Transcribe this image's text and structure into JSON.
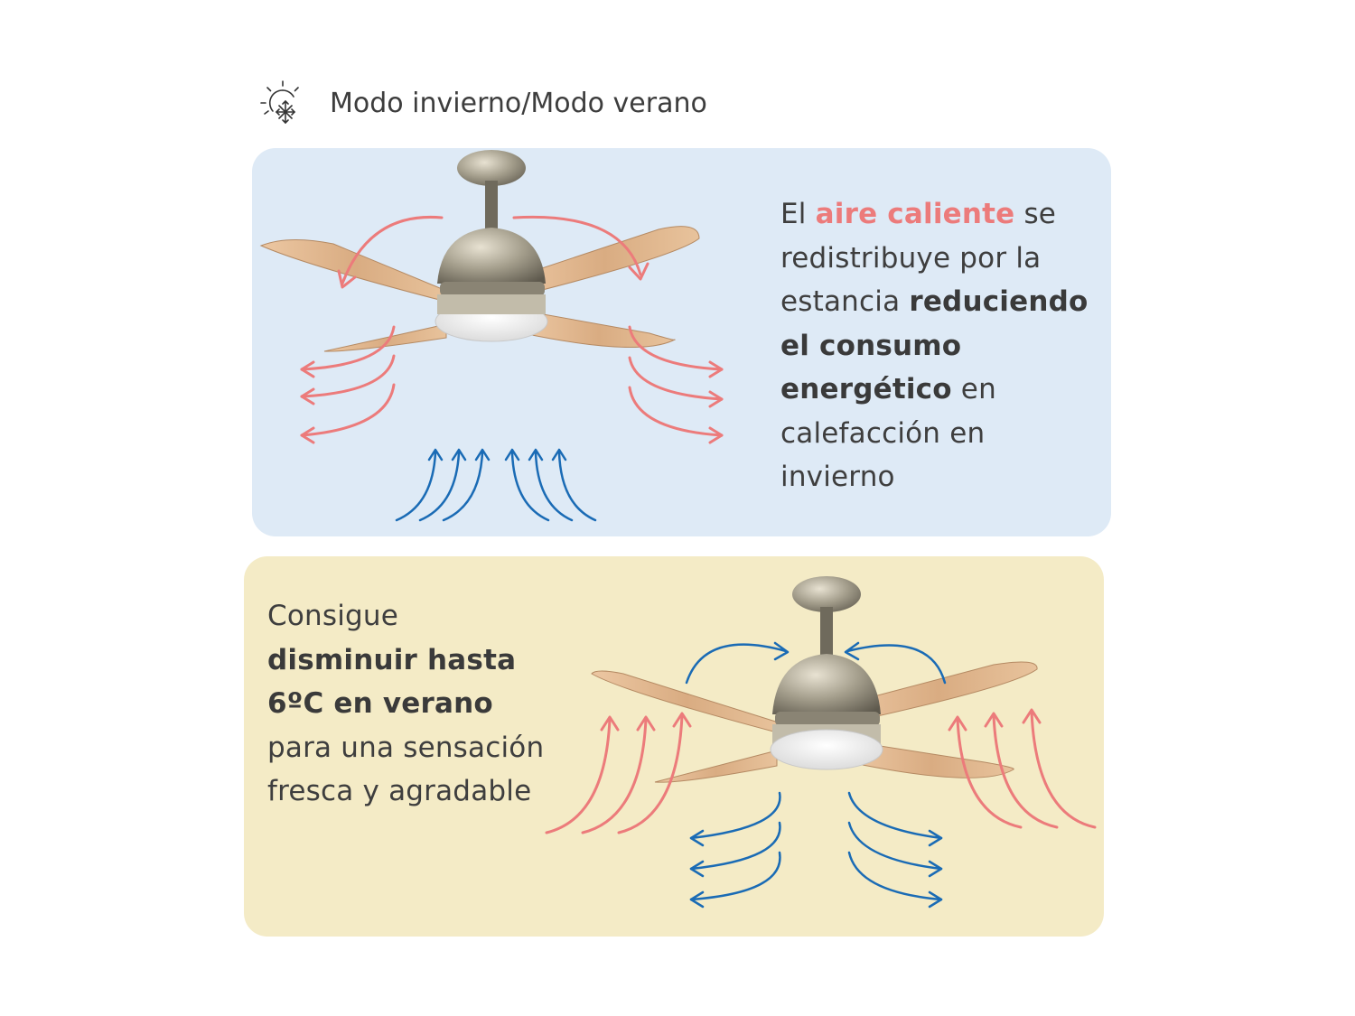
{
  "header": {
    "title": "Modo invierno/Modo verano",
    "icon": "sun-snowflake-icon"
  },
  "winter": {
    "text": {
      "p1": "El ",
      "hot": "aire caliente",
      "p2": " se redistribuye por la estancia ",
      "bold": "reduciendo el consumo energético",
      "p3": " en calefacción en invierno"
    },
    "warm_arrow_color": "#ec7b7b",
    "cool_arrow_color": "#1a6bb5",
    "background": "#deeaf6"
  },
  "summer": {
    "text": {
      "p1": "Consigue ",
      "bold": "disminuir hasta 6ºC en verano",
      "p2": " para una sensación fresca y agradable"
    },
    "warm_arrow_color": "#ec7b7b",
    "cool_arrow_color": "#1a6bb5",
    "background": "#f4ebc6"
  }
}
